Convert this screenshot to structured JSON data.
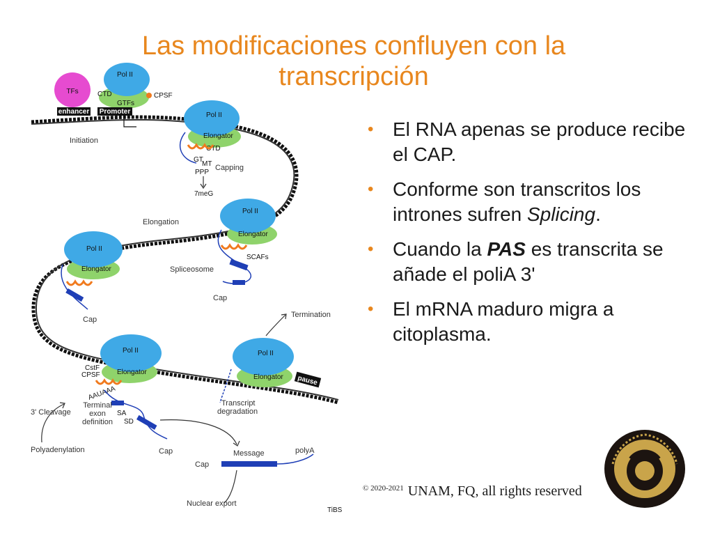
{
  "slide": {
    "title": "Las modificaciones confluyen con la transcripción",
    "bullets": [
      {
        "parts": [
          "El RNA apenas se produce recibe el CAP."
        ]
      },
      {
        "parts": [
          "Conforme son transcritos los intrones sufren ",
          "Splicing",
          "."
        ]
      },
      {
        "parts": [
          "Cuando la ",
          "PAS",
          " es transcrita se añade el poliA 3'"
        ]
      },
      {
        "parts": [
          "El mRNA maduro migra a citoplasma."
        ]
      }
    ],
    "copyright": {
      "symbol": "©",
      "years": "2020-2021",
      "text": "UNAM, FQ, all rights reserved"
    }
  },
  "diagram": {
    "labels": {
      "tfs": "TFs",
      "pol2": "Pol II",
      "ctd": "CTD",
      "gtfs": "GTFs",
      "cpsf": "CPSF",
      "cstf": "CstF",
      "enhancer": "enhancer",
      "promoter": "Promoter",
      "initiation": "Initiation",
      "elongator": "Elongator",
      "gt": "GT",
      "mt": "MT",
      "ppp": "PPP",
      "capping": "Capping",
      "sevenmeg": "7meG",
      "elongation": "Elongation",
      "scafs": "SCAFs",
      "spliceosome": "Spliceosome",
      "cap": "Cap",
      "termination": "Termination",
      "pause": "pause",
      "auaa": "AAUAAA",
      "terminal_exon": "Terminal\nexon\ndefinition",
      "sa": "SA",
      "sd": "SD",
      "transcript_deg": "Transcript\ndegradation",
      "cleavage": "3' Cleavage",
      "polyadenylation": "Polyadenylation",
      "message": "Message",
      "polya": "polyA",
      "nuclear_export": "Nuclear export",
      "tibs": "TiBS"
    }
  },
  "colors": {
    "title": "#e8871e",
    "bullet_marker": "#e8871e",
    "pol2": "#3fa9e6",
    "elongator": "#8fd36b",
    "tfs": "#e64bd0",
    "ctd": "#9b7fb3",
    "rna": "#1f3fb6",
    "cap_factor": "#f07a1e"
  }
}
